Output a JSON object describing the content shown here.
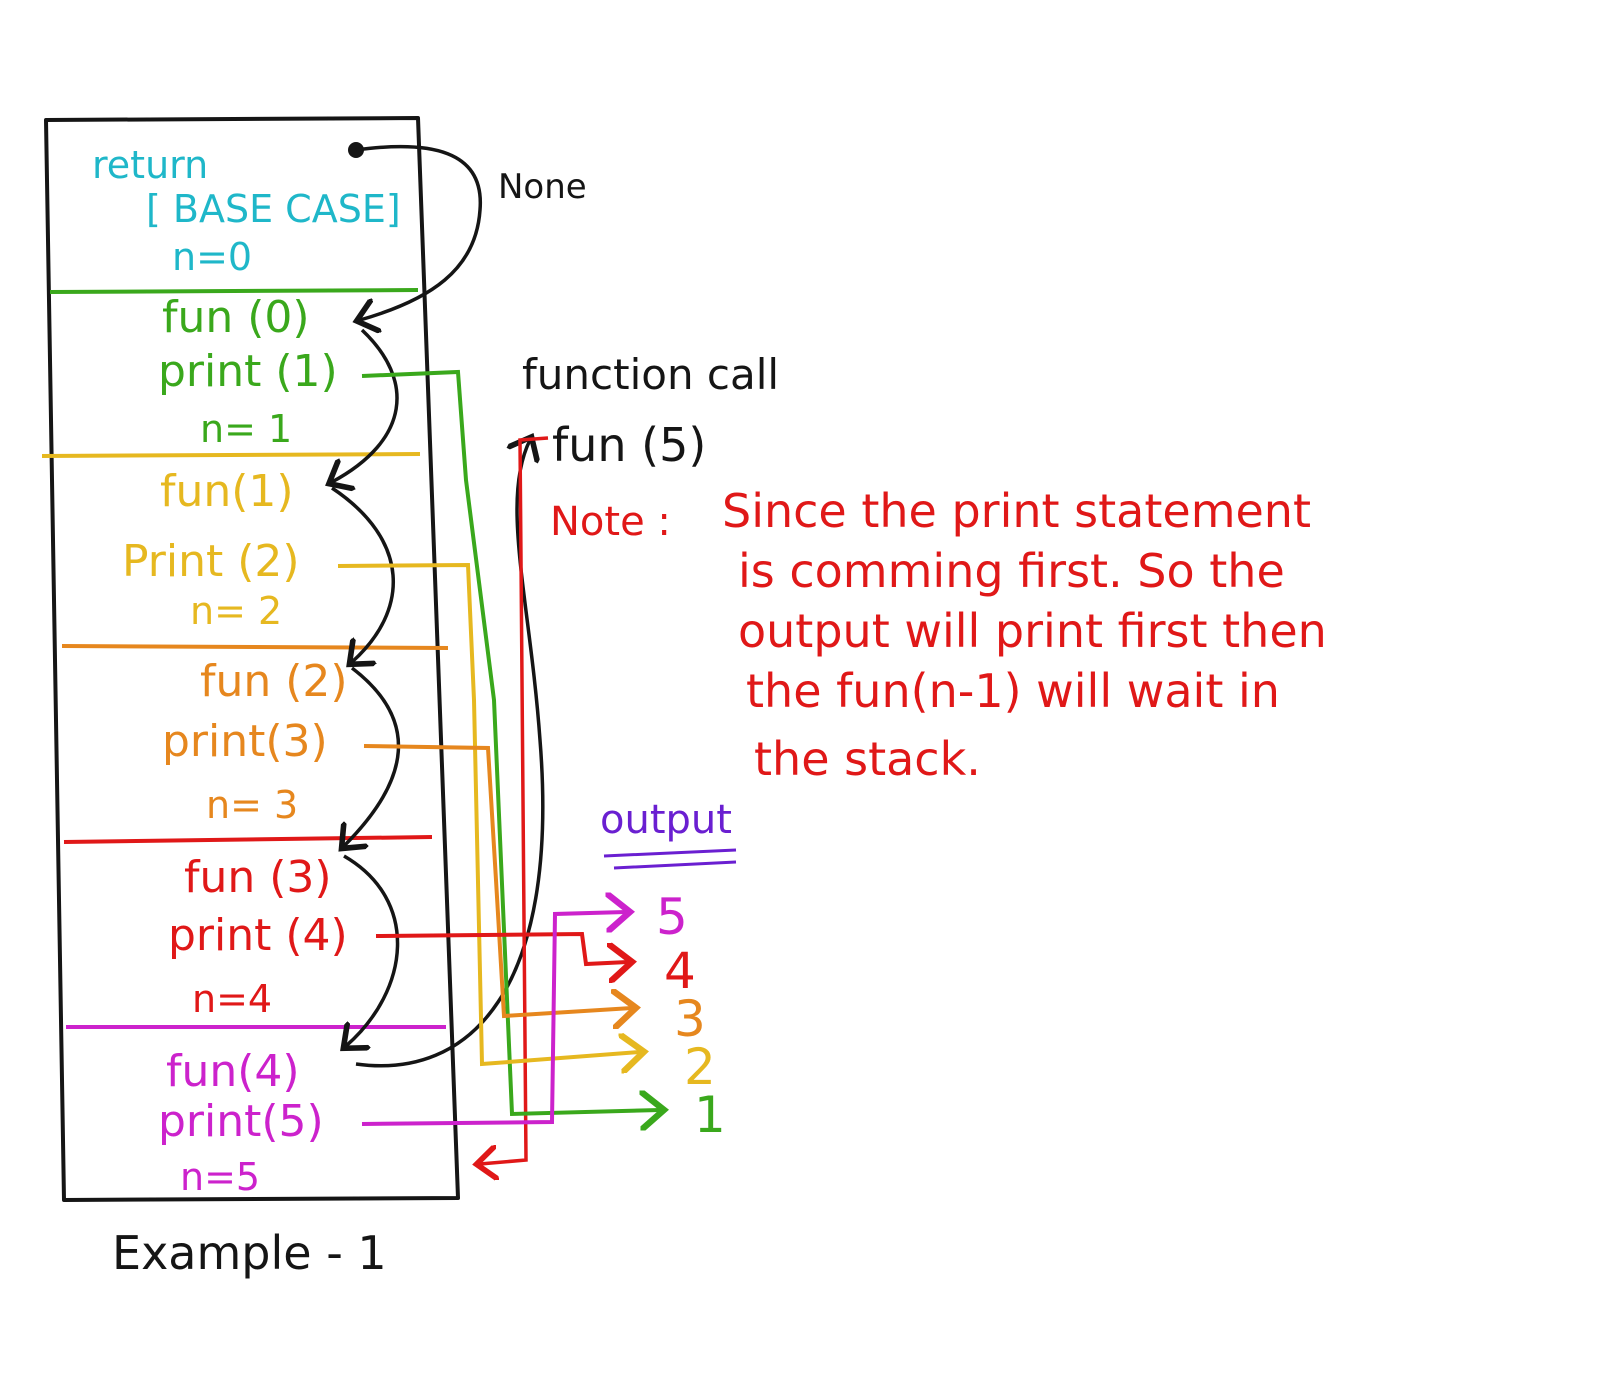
{
  "colors": {
    "black": "#151515",
    "cyan": "#1fb7c9",
    "green": "#3aa81c",
    "yellow": "#e6b820",
    "orange": "#e6871e",
    "red": "#e01818",
    "magenta": "#cc22cc",
    "purple": "#6a1fd1"
  },
  "base_case": {
    "line1": "return",
    "line2": "[ BASE CASE]",
    "line3": "n=0"
  },
  "none_label": "None",
  "frames": [
    {
      "call": "fun (0)",
      "print": "print (1)",
      "n": "n= 1",
      "color": "#3aa81c"
    },
    {
      "call": "fun(1)",
      "print": "Print (2)",
      "n": "n= 2",
      "color": "#e6b820"
    },
    {
      "call": "fun (2)",
      "print": "print(3)",
      "n": "n= 3",
      "color": "#e6871e"
    },
    {
      "call": "fun (3)",
      "print": "print (4)",
      "n": "n=4",
      "color": "#e01818"
    },
    {
      "call": "fun(4)",
      "print": "print(5)",
      "n": "n=5",
      "color": "#cc22cc"
    }
  ],
  "function_call": {
    "label": "function call",
    "call": "fun (5)"
  },
  "note": {
    "prefix": "Note :",
    "lines": [
      "Since the print statement",
      "is comming first. So the",
      "output will print first then",
      "the fun(n-1) will wait in",
      "the stack."
    ]
  },
  "output": {
    "title": "output",
    "values": [
      "5",
      "4",
      "3",
      "2",
      "1"
    ]
  },
  "caption": "Example - 1"
}
